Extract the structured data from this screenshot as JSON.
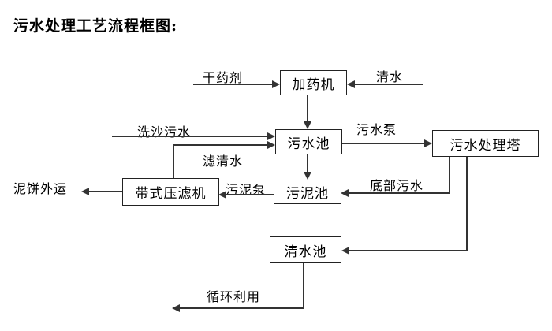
{
  "title": "污水处理工艺流程框图:",
  "nodes": {
    "dosing_machine": "加药机",
    "sewage_pool": "污水池",
    "treatment_tower": "污水处理塔",
    "belt_filter_press": "带式压滤机",
    "sludge_pool": "污泥池",
    "clean_water_pool": "清水池"
  },
  "edges": {
    "dry_chemical": "干药剂",
    "clean_water": "清水",
    "sand_washing_sewage": "洗沙污水",
    "filtered_water": "滤清水",
    "sewage_pump": "污水泵",
    "bottom_sewage": "底部污水",
    "sludge_pump": "污泥泵",
    "mud_cake_out": "泥饼外运",
    "recycle_use": "循环利用"
  },
  "colors": {
    "line": "#333333",
    "text": "#000000",
    "background": "#ffffff"
  },
  "diagram_type": "flowchart"
}
